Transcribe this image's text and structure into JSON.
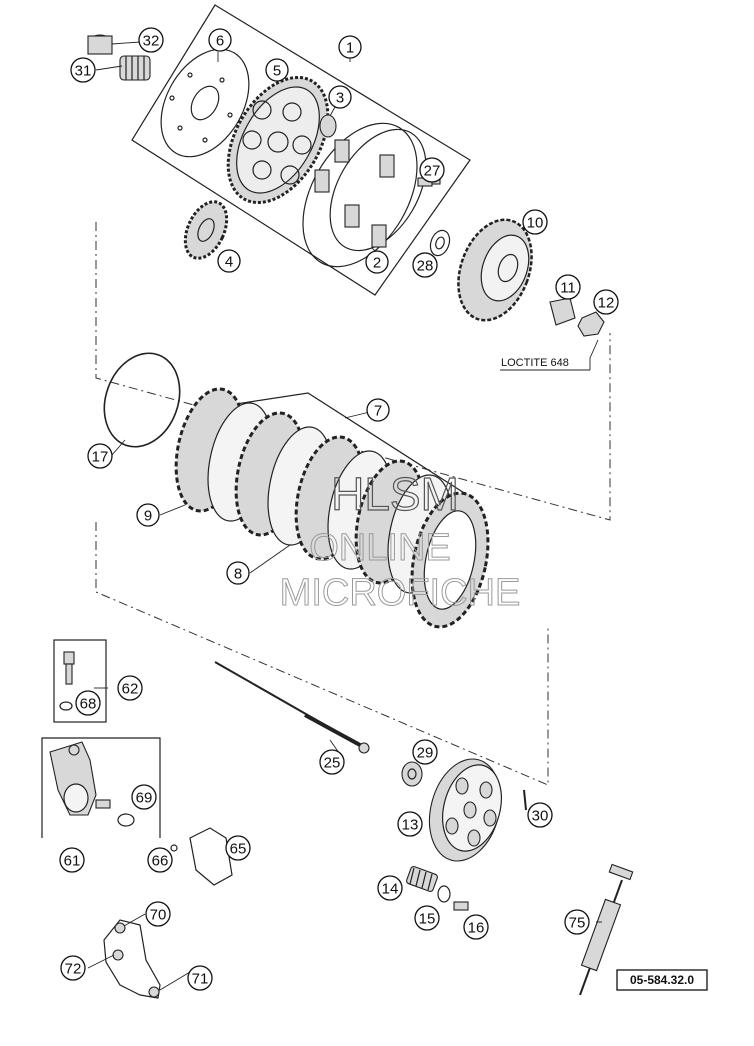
{
  "callouts": [
    {
      "id": "1",
      "label": "1"
    },
    {
      "id": "2",
      "label": "2"
    },
    {
      "id": "3",
      "label": "3"
    },
    {
      "id": "4",
      "label": "4"
    },
    {
      "id": "5",
      "label": "5"
    },
    {
      "id": "6",
      "label": "6"
    },
    {
      "id": "7",
      "label": "7"
    },
    {
      "id": "8",
      "label": "8"
    },
    {
      "id": "9",
      "label": "9"
    },
    {
      "id": "10",
      "label": "10"
    },
    {
      "id": "11",
      "label": "11"
    },
    {
      "id": "12",
      "label": "12"
    },
    {
      "id": "13",
      "label": "13"
    },
    {
      "id": "14",
      "label": "14"
    },
    {
      "id": "15",
      "label": "15"
    },
    {
      "id": "16",
      "label": "16"
    },
    {
      "id": "17",
      "label": "17"
    },
    {
      "id": "25",
      "label": "25"
    },
    {
      "id": "27",
      "label": "27"
    },
    {
      "id": "28",
      "label": "28"
    },
    {
      "id": "29",
      "label": "29"
    },
    {
      "id": "30",
      "label": "30"
    },
    {
      "id": "31",
      "label": "31"
    },
    {
      "id": "32",
      "label": "32"
    },
    {
      "id": "61",
      "label": "61"
    },
    {
      "id": "62",
      "label": "62"
    },
    {
      "id": "65",
      "label": "65"
    },
    {
      "id": "66",
      "label": "66"
    },
    {
      "id": "68",
      "label": "68"
    },
    {
      "id": "69",
      "label": "69"
    },
    {
      "id": "70",
      "label": "70"
    },
    {
      "id": "71",
      "label": "71"
    },
    {
      "id": "72",
      "label": "72"
    },
    {
      "id": "75",
      "label": "75"
    }
  ],
  "note": "LOCTITE 648",
  "drawing_number": "05-584.32.0",
  "watermark": {
    "line1": "HLSM",
    "line2": "ONLINE",
    "line3": "MICROFICHE"
  }
}
